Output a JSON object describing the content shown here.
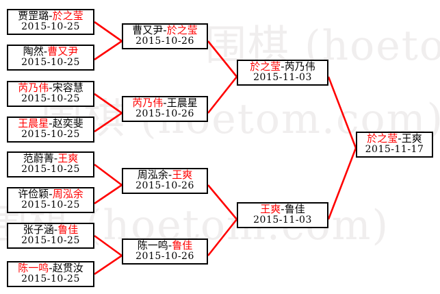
{
  "meta": {
    "title": "Go tournament bracket",
    "watermark_text": "围棋 (hoetom.com)",
    "colors": {
      "winner": "#ff0000",
      "loser": "#000000",
      "connector": "#ff0000",
      "box_border": "#000000",
      "background": "#ffffff",
      "watermark": "#f0eeee"
    }
  },
  "rounds": [
    {
      "name": "round-1",
      "matches": [
        {
          "id": "r1m1",
          "left": "贾罡璐",
          "right": "於之莹",
          "winner": "right",
          "date": "2015-10-25"
        },
        {
          "id": "r1m2",
          "left": "陶然",
          "right": "曹又尹",
          "winner": "right",
          "date": "2015-10-25"
        },
        {
          "id": "r1m3",
          "left": "芮乃伟",
          "right": "宋容慧",
          "winner": "left",
          "date": "2015-10-25"
        },
        {
          "id": "r1m4",
          "left": "王晨星",
          "right": "赵奕斐",
          "winner": "left",
          "date": "2015-10-25"
        },
        {
          "id": "r1m5",
          "left": "范蔚菁",
          "right": "王爽",
          "winner": "right",
          "date": "2015-10-25"
        },
        {
          "id": "r1m6",
          "left": "许俭颖",
          "right": "周泓余",
          "winner": "right",
          "date": "2015-10-25"
        },
        {
          "id": "r1m7",
          "left": "张子涵",
          "right": "鲁佳",
          "winner": "right",
          "date": "2015-10-25"
        },
        {
          "id": "r1m8",
          "left": "陈一鸣",
          "right": "赵贯汝",
          "winner": "left",
          "date": "2015-10-25"
        }
      ]
    },
    {
      "name": "round-2",
      "matches": [
        {
          "id": "r2m1",
          "left": "曹又尹",
          "right": "於之莹",
          "winner": "right",
          "date": "2015-10-26"
        },
        {
          "id": "r2m2",
          "left": "芮乃伟",
          "right": "王晨星",
          "winner": "left",
          "date": "2015-10-26"
        },
        {
          "id": "r2m3",
          "left": "周泓余",
          "right": "王爽",
          "winner": "right",
          "date": "2015-10-26"
        },
        {
          "id": "r2m4",
          "left": "陈一鸣",
          "right": "鲁佳",
          "winner": "right",
          "date": "2015-10-26"
        }
      ]
    },
    {
      "name": "semifinal",
      "matches": [
        {
          "id": "r3m1",
          "left": "於之莹",
          "right": "芮乃伟",
          "winner": "left",
          "date": "2015-11-03"
        },
        {
          "id": "r3m2",
          "left": "王爽",
          "right": "鲁佳",
          "winner": "left",
          "date": "2015-11-03"
        }
      ]
    },
    {
      "name": "final",
      "matches": [
        {
          "id": "r4m1",
          "left": "於之莹",
          "right": "王爽",
          "winner": "left",
          "date": "2015-11-17"
        }
      ]
    }
  ]
}
